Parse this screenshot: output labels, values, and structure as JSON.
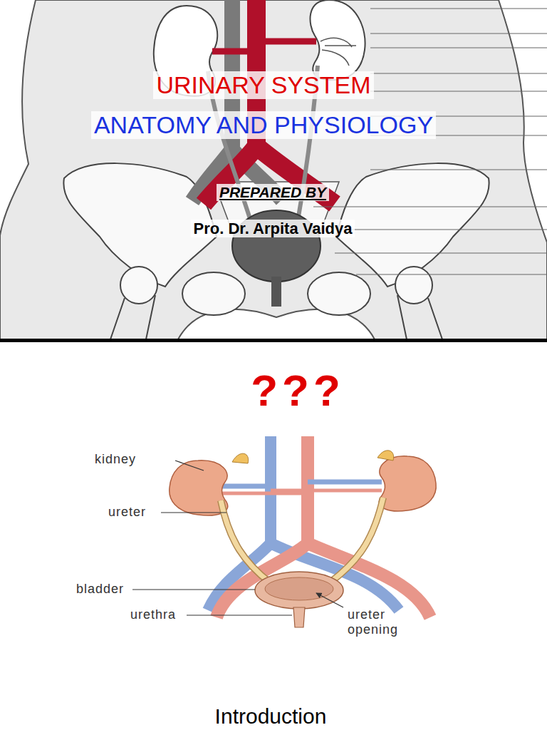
{
  "diagram": {
    "title": "URINARY SYSTEM",
    "labels": [
      "ANATOMY AND PHYSIOLOGY",
      "PREPARED BY",
      "Pro. Dr. Arpita Vaidya",
      "???",
      "kidney",
      "ureter",
      "bladder",
      "urethra",
      "ureter opening",
      "Introduction"
    ]
  }
}
